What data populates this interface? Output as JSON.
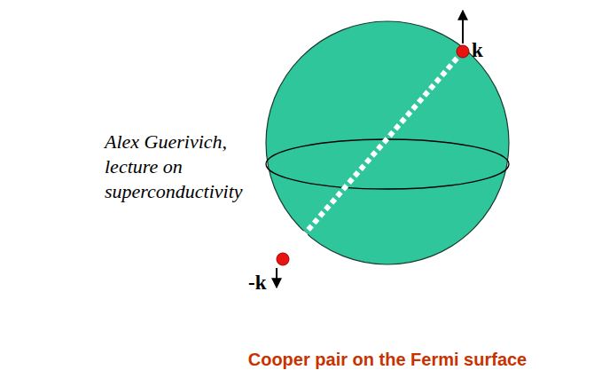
{
  "diagram": {
    "caption": "Cooper pair on the Fermi surface",
    "labels": [
      "k",
      "-k",
      "Alex Guerivich, lecture on superconductivity"
    ]
  }
}
